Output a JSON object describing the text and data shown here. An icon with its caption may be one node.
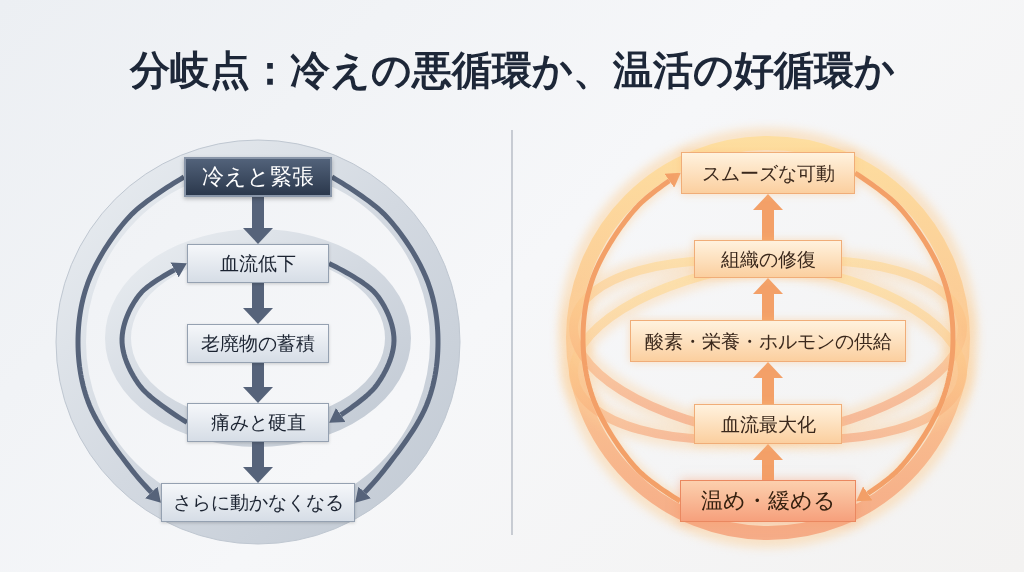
{
  "diagram": {
    "title": "分岐点：冷えの悪循環か、温活の好循環か",
    "nodes": [
      {
        "text": [
          "冷えと緊張"
        ]
      },
      {
        "text": [
          "血流低下"
        ]
      },
      {
        "text": [
          "老廃物の蓄積"
        ]
      },
      {
        "text": [
          "痛みと硬直"
        ]
      },
      {
        "text": [
          "さらに動かなくなる"
        ]
      },
      {
        "text": [
          "スムーズな可動"
        ]
      },
      {
        "text": [
          "組織の修復"
        ]
      },
      {
        "text": [
          "酸素・栄養・ホルモンの供給"
        ]
      },
      {
        "text": [
          "血流最大化"
        ]
      },
      {
        "text": [
          "温め・緩める"
        ]
      }
    ],
    "edges": [
      {
        "from": 0,
        "to": 1,
        "arrow": "to"
      },
      {
        "from": 1,
        "to": 2,
        "arrow": "to"
      },
      {
        "from": 2,
        "to": 3,
        "arrow": "to"
      },
      {
        "from": 3,
        "to": 4,
        "arrow": "to"
      },
      {
        "from": 0,
        "to": 4,
        "arrow": "to"
      },
      {
        "from": 0,
        "to": 4,
        "arrow": "to"
      },
      {
        "from": 3,
        "to": 1,
        "arrow": "to"
      },
      {
        "from": 1,
        "to": 3,
        "arrow": "to"
      },
      {
        "from": 9,
        "to": 8,
        "arrow": "to",
        "color": "#f3a068"
      },
      {
        "from": 8,
        "to": 7,
        "arrow": "to",
        "color": "#f3a068"
      },
      {
        "from": 7,
        "to": 6,
        "arrow": "to",
        "color": "#f3a068"
      },
      {
        "from": 6,
        "to": 5,
        "arrow": "to",
        "color": "#f3a068"
      },
      {
        "from": 9,
        "to": 5,
        "arrow": "to",
        "color": "#f3a068"
      },
      {
        "from": 5,
        "to": 9,
        "arrow": "to",
        "color": "#f3a068"
      }
    ]
  }
}
